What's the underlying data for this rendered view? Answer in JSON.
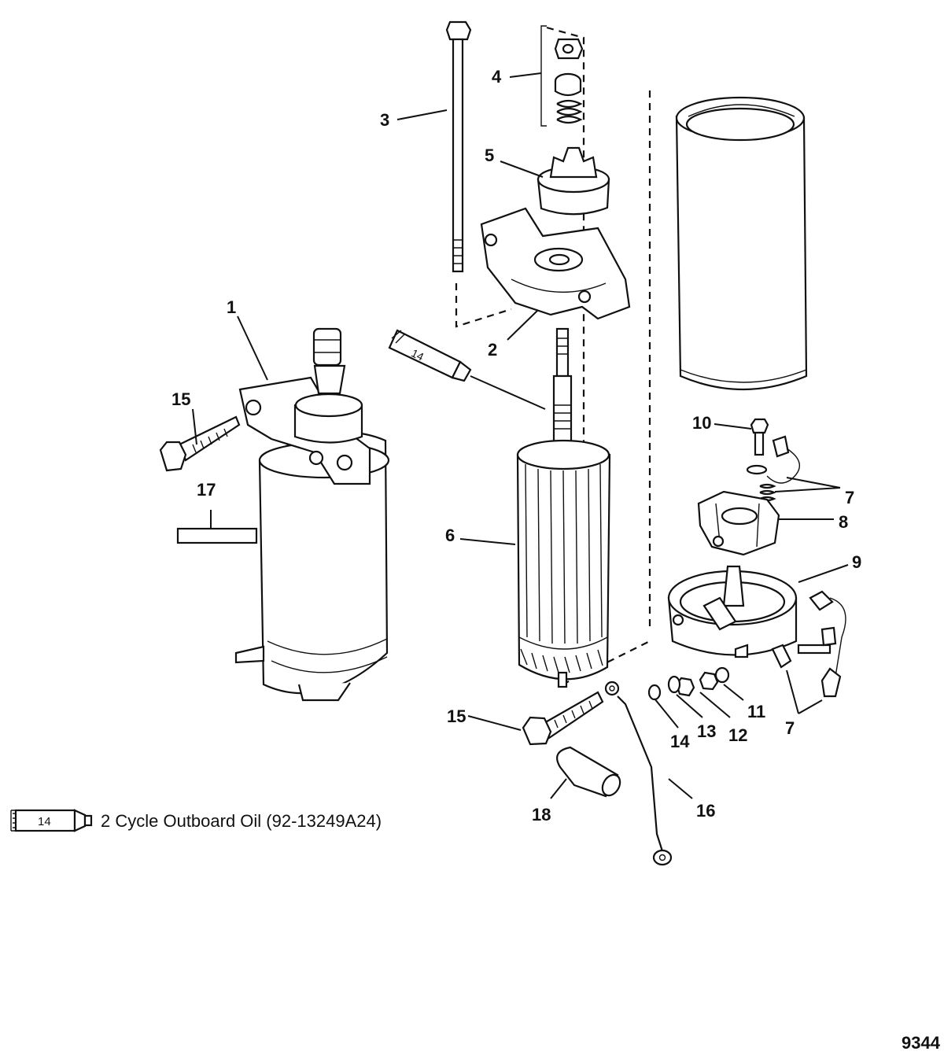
{
  "callouts": {
    "c1": "1",
    "c2": "2",
    "c3": "3",
    "c4": "4",
    "c5": "5",
    "c6": "6",
    "c7a": "7",
    "c7b": "7",
    "c8": "8",
    "c9": "9",
    "c10": "10",
    "c11": "11",
    "c12": "12",
    "c13": "13",
    "c14": "14",
    "c15a": "15",
    "c15b": "15",
    "c16": "16",
    "c17": "17",
    "c18": "18"
  },
  "tube_label": "14",
  "legend": {
    "tube_label": "14",
    "text": "2 Cycle Outboard Oil (92-13249A24)"
  },
  "figure_number": "9344"
}
